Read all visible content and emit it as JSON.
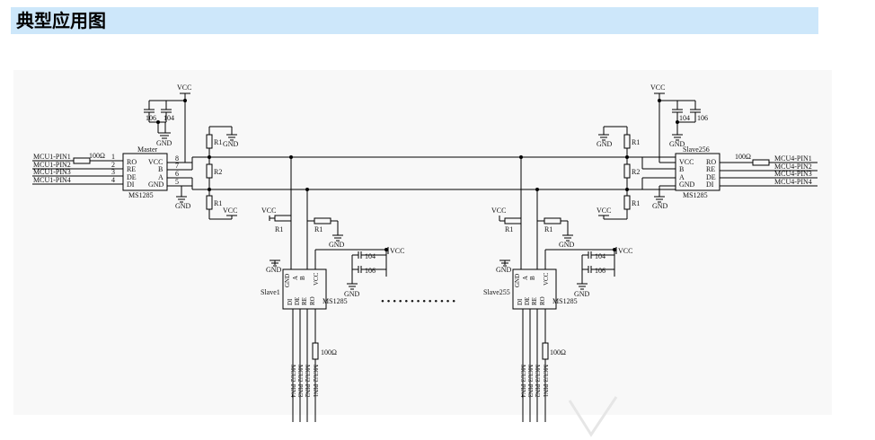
{
  "page": {
    "title": "典型应用图"
  },
  "labels": {
    "vcc": "VCC",
    "gnd": "GND",
    "r1": "R1",
    "r2": "R2",
    "r100": "100Ω",
    "c104": "104",
    "c106": "106",
    "ellipsis": "• • • • • • • • • • • • •"
  },
  "pins": {
    "ro": "RO",
    "re": "RE",
    "de": "DE",
    "di": "DI",
    "a": "A",
    "b": "B",
    "p1": "1",
    "p2": "2",
    "p3": "3",
    "p4": "4",
    "p5": "5",
    "p6": "6",
    "p7": "7",
    "p8": "8"
  },
  "mcu": {
    "pin1": "MCU1-PIN1",
    "pin2": "MCU1-PIN2",
    "pin3": "MCU1-PIN3",
    "pin4": "MCU1-PIN4"
  },
  "mcu4": {
    "pin1": "MCU4-PIN1",
    "pin2": "MCU4-PIN2",
    "pin3": "MCU4-PIN3",
    "pin4": "MCU4-PIN4"
  },
  "mcu2": {
    "pin1": "MCU2-PIN1",
    "pin2": "MCU2-PIN2",
    "pin3": "MCU2-PIN3",
    "pin4": "MCU2-PIN4"
  },
  "mcu3": {
    "pin1": "MCU3-PIN1",
    "pin2": "MCU3-PIN2",
    "pin3": "MCU3-PIN3",
    "pin4": "MCU3-PIN4"
  },
  "chips": {
    "master": {
      "role": "Master",
      "part": "MS1285"
    },
    "slave256": {
      "role": "Slave256",
      "part": "MS1285"
    },
    "slave1": {
      "role": "Slave1",
      "part": "MS1285"
    },
    "slave255": {
      "role": "Slave255",
      "part": "MS1285"
    }
  },
  "colors": {
    "title_bg": "#cde7fa",
    "panel_bg": "#f8f8f8",
    "wire": "#000000",
    "watermark": "#e6e6e6"
  }
}
